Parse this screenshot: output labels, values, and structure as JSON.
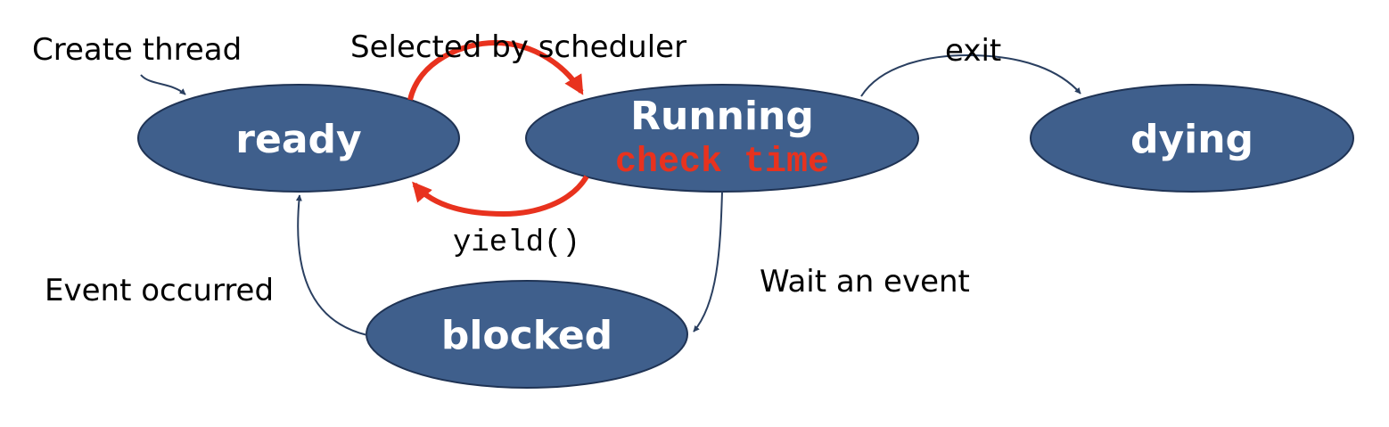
{
  "colors": {
    "state_fill": "#3f5f8c",
    "state_stroke": "#1f3354",
    "arrow_dark": "#2a3f60",
    "arrow_red": "#e8321e",
    "highlight_text": "#e8321e"
  },
  "states": {
    "ready": "ready",
    "running": "Running",
    "running_note": "check time",
    "dying": "dying",
    "blocked": "blocked"
  },
  "transitions": {
    "create": "Create thread",
    "selected": "Selected by scheduler",
    "exit": "exit",
    "yield": "yield()",
    "event_occurred": "Event occurred",
    "wait_event": "Wait an event"
  }
}
